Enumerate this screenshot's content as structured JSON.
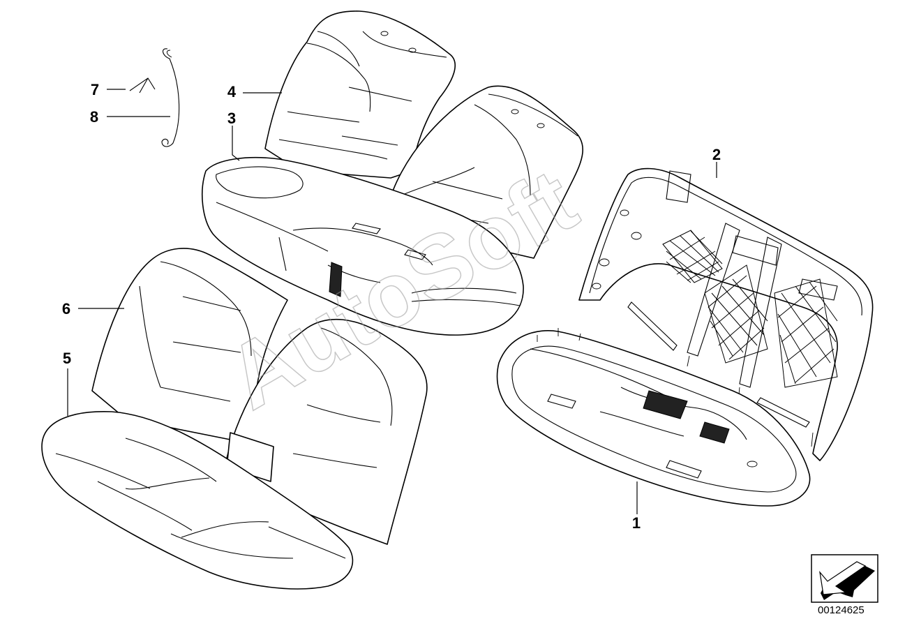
{
  "callouts": {
    "c1": "1",
    "c2": "2",
    "c3": "3",
    "c4": "4",
    "c5": "5",
    "c6": "6",
    "c7": "7",
    "c8": "8"
  },
  "watermark": "AutoSoft",
  "diagram_id": "00124625",
  "icons": {
    "orientation_arrow": "arrow-down-left-icon"
  }
}
